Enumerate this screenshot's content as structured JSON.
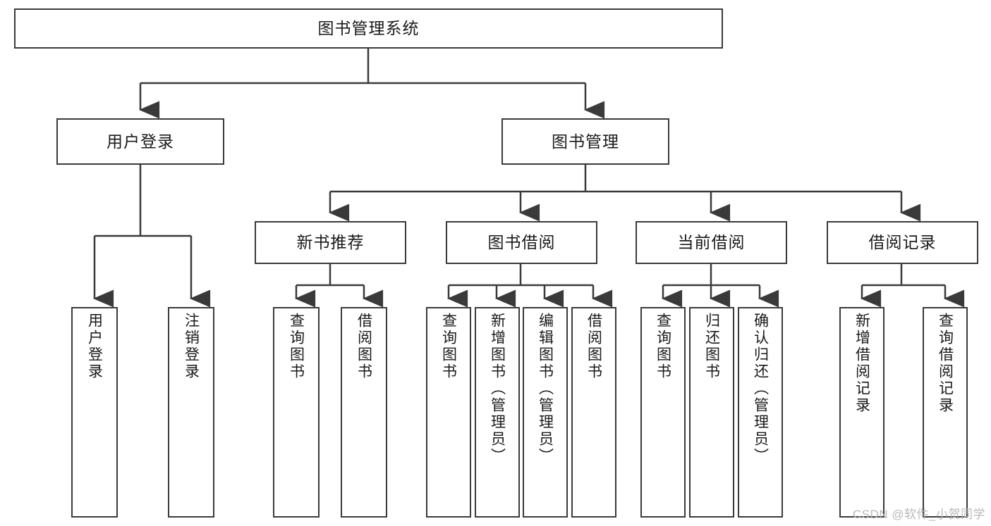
{
  "diagram": {
    "title": "图书管理系统",
    "type": "tree",
    "colors": {
      "background": "#ffffff",
      "box_border": "#3a3a3a",
      "box_fill": "#ffffff",
      "text": "#1a1a1a",
      "edge": "#3a3a3a",
      "watermark": "#b9b9b9"
    }
  },
  "watermark": {
    "text": "CSDN @软件_小贺同学"
  },
  "nodes": {
    "root": {
      "label": "图书管理系统"
    },
    "level1": [
      {
        "id": "user-login",
        "label": "用户登录"
      },
      {
        "id": "book-manage",
        "label": "图书管理"
      }
    ],
    "level2": [
      {
        "id": "new-book-recommend",
        "label": "新书推荐"
      },
      {
        "id": "book-borrow",
        "label": "图书借阅"
      },
      {
        "id": "current-borrow",
        "label": "当前借阅"
      },
      {
        "id": "borrow-record",
        "label": "借阅记录"
      }
    ],
    "leaves": {
      "user_login": [
        {
          "id": "leaf-user-login",
          "label": "用户登录"
        },
        {
          "id": "leaf-logout-login",
          "label": "注销登录"
        }
      ],
      "new_book_recommend": [
        {
          "id": "leaf-query-book-1",
          "label": "查询图书"
        },
        {
          "id": "leaf-borrow-book-1",
          "label": "借阅图书"
        }
      ],
      "book_borrow": [
        {
          "id": "leaf-query-book-2",
          "label": "查询图书"
        },
        {
          "id": "leaf-add-book",
          "label": "新增图书（管理员）"
        },
        {
          "id": "leaf-edit-book",
          "label": "编辑图书（管理员）"
        },
        {
          "id": "leaf-borrow-book-2",
          "label": "借阅图书"
        }
      ],
      "current_borrow": [
        {
          "id": "leaf-query-book-3",
          "label": "查询图书"
        },
        {
          "id": "leaf-return-book",
          "label": "归还图书"
        },
        {
          "id": "leaf-confirm-return",
          "label": "确认归还（管理员）"
        }
      ],
      "borrow_record": [
        {
          "id": "leaf-add-record",
          "label": "新增借阅记录"
        },
        {
          "id": "leaf-query-record",
          "label": "查询借阅记录"
        }
      ]
    }
  }
}
